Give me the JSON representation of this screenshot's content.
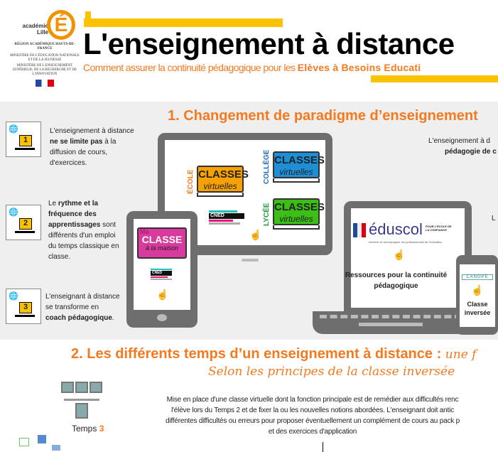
{
  "header": {
    "logo": {
      "academie": "académie",
      "ville": "Lille",
      "letter": "É",
      "region": "RÉGION ACADÉMIQUE HAUTS-DE-FRANCE",
      "ministere1": "MINISTÈRE DE L'ÉDUCATION NATIONALE ET DE LA JEUNESSE",
      "ministere2": "MINISTÈRE DE L'ENSEIGNEMENT SUPÉRIEUR, DE LA RECHERCHE ET DE L'INNOVATION"
    },
    "title": "L'enseignement  à distance",
    "subtitle_plain": "Comment assurer la continuité pédagogique pour les ",
    "subtitle_bold": "Elèves à Besoins Educati",
    "accent": "#f47a20",
    "bar_color": "#fcc200"
  },
  "section1": {
    "title": "1. Changement de paradigme d’enseignement",
    "points": [
      {
        "num": "1",
        "pre": "L'enseignement  à distance ",
        "bold": "ne se limite pas",
        "post": " à la diffusion de cours, d'exercices."
      },
      {
        "num": "2",
        "pre": "Le ",
        "bold": "rythme et la fréquence des apprentissages",
        "post": " sont différents  d'un emploi du temps classique en classe."
      },
      {
        "num": "3",
        "pre": "L’enseignant  à distance se transforme en ",
        "bold": "coach pédagogique",
        "post": "."
      }
    ],
    "right_text_1": "L'enseignement  à d",
    "right_text_1b": "pédagogie  de c",
    "right_text_2": "L",
    "classes": [
      {
        "level": "ÉCOLE",
        "line1": "CLASSES",
        "line2": "virtuelles",
        "color": "#f7a100",
        "level_color": "#f47a20"
      },
      {
        "level": "COLLÈGE",
        "line1": "CLASSES",
        "line2": "virtuelles",
        "color": "#1e8fd6",
        "level_color": "#1e6fc0"
      },
      {
        "level": "LYCÉE",
        "line1": "CLASSES",
        "line2": "virtuelles",
        "color": "#3bbf16",
        "level_color": "#1a9a3a"
      }
    ],
    "cned": "CNED",
    "maison": {
      "ma": "Ma",
      "classe": "CLASSE",
      "suffix": "à la maison",
      "color": "#d93a9e"
    },
    "eduscol": {
      "name": "éduscol",
      "tag": "POUR L'ÉCOLE DE LA CONFIANCE",
      "tagline": "Informer et accompagner les professionnels de l'éducation"
    },
    "resources_caption": "Ressources pour la continuité  pédagogique",
    "canope": "CANOPÉ",
    "phone_caption": "Classe inversée"
  },
  "section2": {
    "title": "2. Les différents temps d’un enseignement à distance : ",
    "title_script": "une f",
    "subtitle": "Selon les principes de la classe inversée",
    "temps_label": "Temps ",
    "temps_num": "3",
    "text": [
      "Mise en place d'une classe virtuelle dont la fonction principale est de remédier aux difficultés renc",
      "l'élève lors du Temps  2 et de fixer la ou les nouvelles notions abordées.  L'enseignant  doit antic",
      "différentes difficultés ou erreurs pour proposer  éventuellement un complément de cours au pack p",
      "et des exercices d'application"
    ]
  }
}
